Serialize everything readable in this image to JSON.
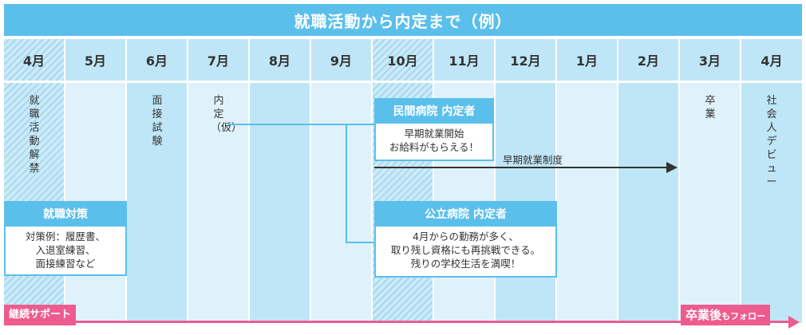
{
  "title": "就職活動から内定まで（例）",
  "months": [
    "4月",
    "5月",
    "6月",
    "7月",
    "8月",
    "9月",
    "10月",
    "11月",
    "12月",
    "1月",
    "2月",
    "3月",
    "4月"
  ],
  "vertical_labels": {
    "job_hunt_start": "就職活動解禁",
    "interview": "面接試験",
    "offer_provisional": "内定（仮）",
    "graduation": "卒業",
    "debut": "社会人デビュー"
  },
  "prep_box": {
    "heading": "就職対策",
    "body": [
      "対策例：履歴書、",
      "入退室練習、",
      "面接練習など"
    ]
  },
  "private_box": {
    "heading": "民間病院 内定者",
    "body": [
      "早期就業開始",
      "お給料がもらえる！"
    ]
  },
  "public_box": {
    "heading": "公立病院 内定者",
    "body": [
      "4月からの勤務が多く、",
      "取り残し資格にも再挑戦できる。",
      "残りの学校生活を満喫！"
    ]
  },
  "early_employment_label": "早期就業制度",
  "continuing_support": "継続サポート",
  "after_graduation": {
    "main": "卒業後",
    "small": "もフォロー"
  },
  "colors": {
    "accent": "#5bbfec",
    "pink": "#ee5b8f",
    "light_col": "#dff2fb",
    "mid_col": "#bfe6f6"
  }
}
